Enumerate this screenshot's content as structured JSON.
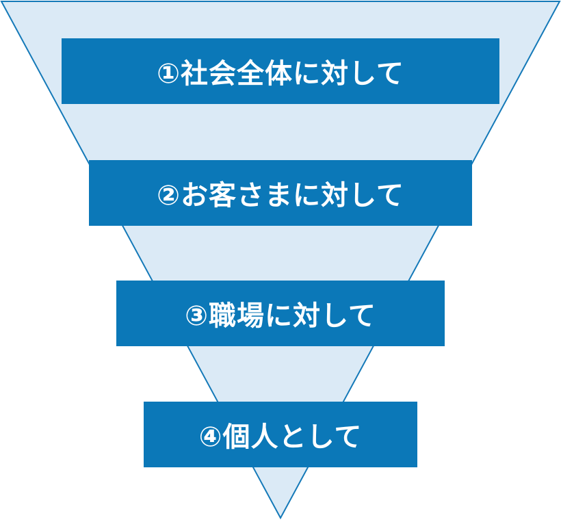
{
  "colors": {
    "funnel_fill": "#dbeaf6",
    "funnel_stroke": "#1479b8",
    "bar_fill": "#0b78b8",
    "bar_text": "#ffffff"
  },
  "levels": [
    {
      "label": "①社会全体に対して"
    },
    {
      "label": "②お客さまに対して"
    },
    {
      "label": "③職場に対して"
    },
    {
      "label": "④個人として"
    }
  ]
}
